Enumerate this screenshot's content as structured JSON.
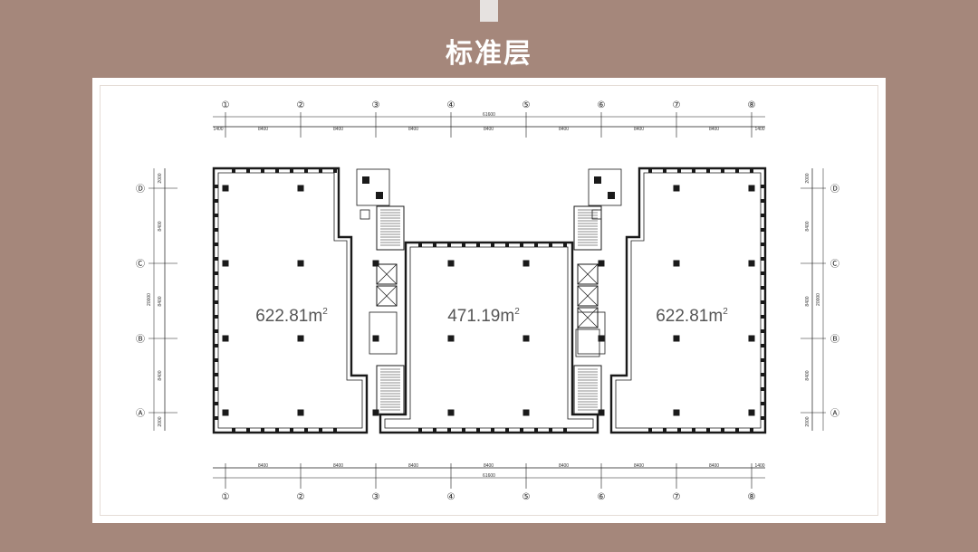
{
  "page": {
    "title": "标准层"
  },
  "colors": {
    "background": "#a5877b",
    "panel": "#ffffff",
    "line": "#1a1a1a"
  },
  "columns": [
    "①",
    "②",
    "③",
    "④",
    "⑤",
    "⑥",
    "⑦",
    "⑧"
  ],
  "rows": [
    "Ⓐ",
    "Ⓑ",
    "Ⓒ",
    "Ⓓ"
  ],
  "dimensions": {
    "column_spacing": "8400",
    "end_spacing": "1400",
    "total_width": "61600",
    "row_end": "2000",
    "row_spacing": "8400",
    "total_depth": "20000"
  },
  "areas": [
    {
      "name": "left-zone",
      "value": "622.81m",
      "sup": "2"
    },
    {
      "name": "center-zone",
      "value": "471.19m",
      "sup": "2"
    },
    {
      "name": "right-zone",
      "value": "622.81m",
      "sup": "2"
    }
  ]
}
